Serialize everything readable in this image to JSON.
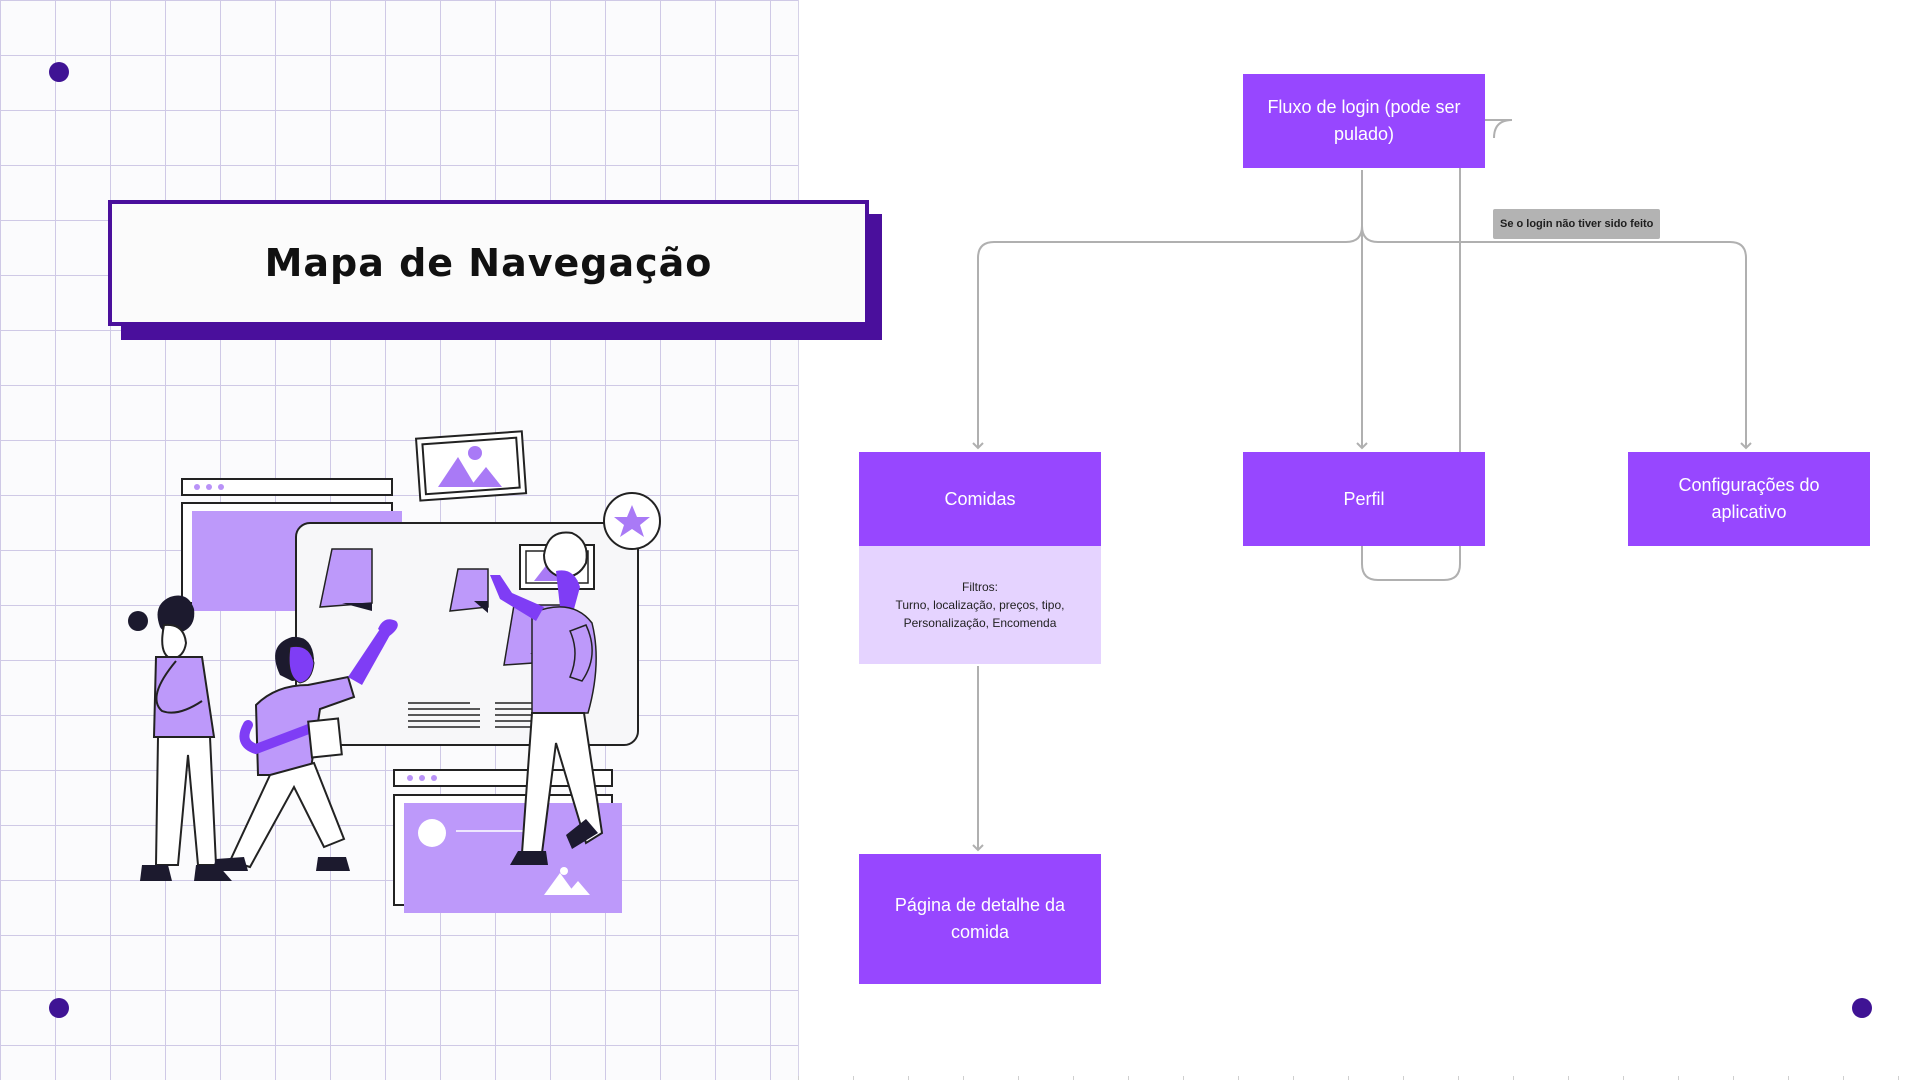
{
  "title": "Mapa de Navegação",
  "colors": {
    "accent": "#9747ff",
    "dark_purple": "#4a0f9c",
    "light_purple": "#e5d3ff",
    "connector": "#b0b0b0",
    "tag": "#b3b3b3"
  },
  "diagram": {
    "nodes": {
      "login": "Fluxo de login (pode ser pulado)",
      "comidas": "Comidas",
      "perfil": "Perfil",
      "config": "Configurações do aplicativo",
      "detalhe": "Página de detalhe da comida"
    },
    "filters": {
      "heading": "Filtros:",
      "line1": "Turno, localização, preços, tipo,",
      "line2": "Personalização, Encomenda"
    },
    "condition_label": "Se o login não tiver sido feito"
  },
  "illustration": {
    "icon": "team-planning-illustration"
  }
}
